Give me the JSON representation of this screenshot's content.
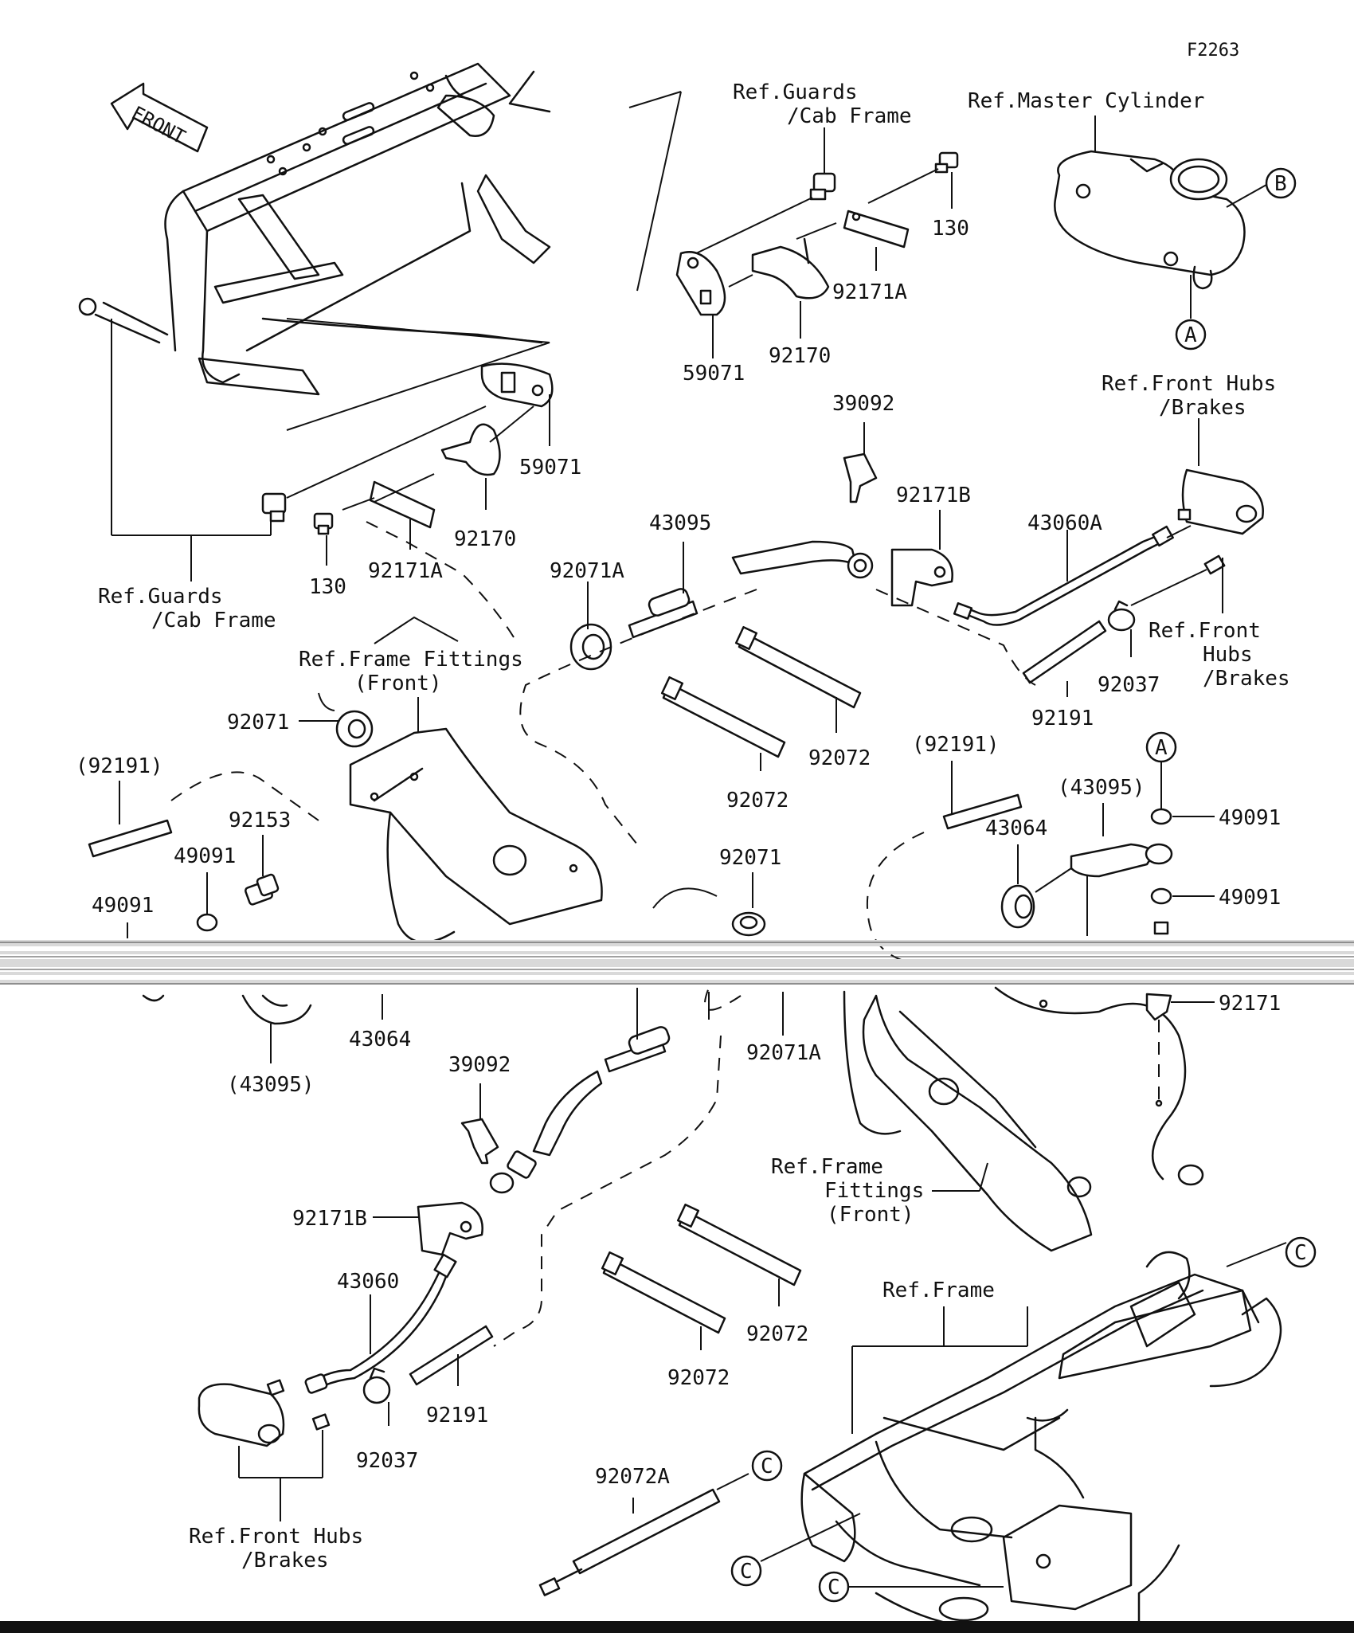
{
  "figure_code": "F2263",
  "front_label": "FRONT",
  "refs": {
    "guards_cab_top": "Ref.Guards /Cab Frame",
    "master_cylinder": "Ref.Master Cylinder",
    "front_hubs_right": "Ref.Front Hubs /Brakes",
    "guards_cab_left": "Ref.Guards /Cab Frame",
    "frame_fittings_top": "Ref.Frame Fittings (Front)",
    "front_hubs_mid": "Ref.Front Hubs /Brakes",
    "frame_fittings_bottom": "Ref.Frame Fittings (Front)",
    "frame": "Ref.Frame",
    "front_hubs_bottom": "Ref.Front Hubs /Brakes"
  },
  "parts": {
    "p130_top": "130",
    "p92171A_top": "92171A",
    "p92170_top": "92170",
    "p59071_top": "59071",
    "p59071_left": "59071",
    "p92170_left": "92170",
    "p92171A_left": "92171A",
    "p130_left": "130",
    "p39092_top": "39092",
    "p92171B_top": "92171B",
    "p43060A": "43060A",
    "p43095_top": "43095",
    "p92071A_top": "92071A",
    "p92037_top": "92037",
    "p92191_top": "92191",
    "p92071_left": "92071",
    "p92072_a": "92072",
    "p92072_b": "92072",
    "p92191_paren_left": "(92191)",
    "p92153": "92153",
    "p49091_a": "49091",
    "p49091_b": "49091",
    "p92191_paren_right": "(92191)",
    "p43095_paren_right": "(43095)",
    "p43064_right": "43064",
    "p92071_mid": "92071",
    "p49091_right_a": "49091",
    "p49091_right_b": "49091",
    "p92171": "92171",
    "p43064_left": "43064",
    "p43095_paren_left": "(43095)",
    "p92071A_mid": "92071A",
    "p39092_bottom": "39092",
    "p92171B_bottom": "92171B",
    "p43060": "43060",
    "p92191_bottom": "92191",
    "p92037_bottom": "92037",
    "p92072_c": "92072",
    "p92072_d": "92072",
    "p92072A": "92072A"
  },
  "callouts": {
    "A": "A",
    "B": "B",
    "C": "C"
  }
}
